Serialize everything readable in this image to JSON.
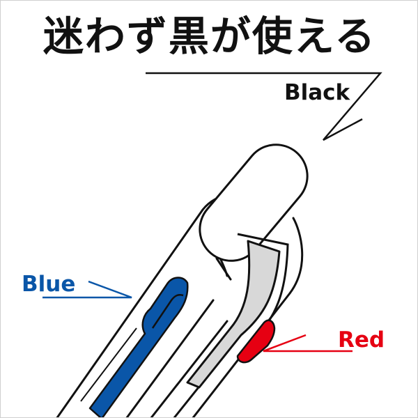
{
  "headline": "迷わず黒が使える",
  "labels": {
    "black": "Black",
    "blue": "Blue",
    "red": "Red"
  },
  "colors": {
    "outline": "#111111",
    "blue_ink": "#0a56a8",
    "red_ink": "#e60012",
    "clip_grey": "#d8d8d8",
    "background": "#ffffff"
  }
}
